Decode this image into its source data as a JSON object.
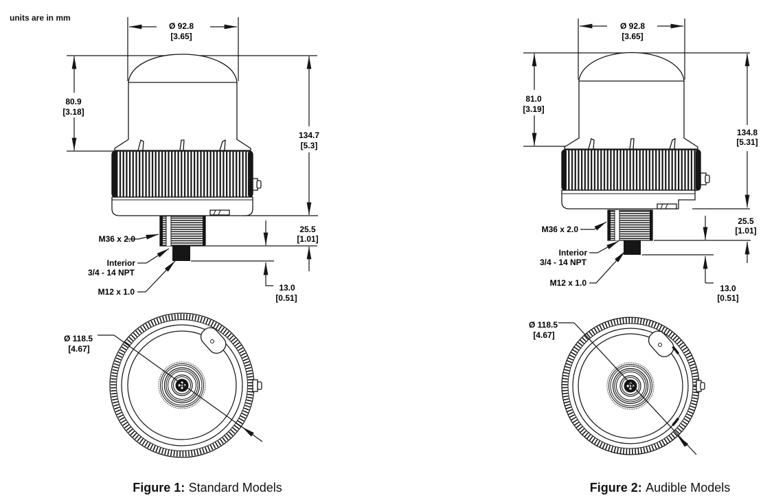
{
  "note": "units are in mm",
  "fig1": {
    "cap_bold": "Figure 1:",
    "cap_rest": "Standard Models",
    "dia_mm": "Ø 92.8",
    "dia_in": "[3.65]",
    "lens_mm": "80.9",
    "lens_in": "[3.18]",
    "total_mm": "134.7",
    "total_in": "[5.3]",
    "stud_mm": "25.5",
    "stud_in": "[1.01]",
    "conn_mm": "13.0",
    "conn_in": "[0.51]",
    "base_mm": "Ø 118.5",
    "base_in": "[4.67]",
    "thread": "M36 x 2.0",
    "interior1": "Interior",
    "interior2": "3/4 - 14 NPT",
    "m12": "M12 x 1.0"
  },
  "fig2": {
    "cap_bold": "Figure 2:",
    "cap_rest": "Audible Models",
    "dia_mm": "Ø 92.8",
    "dia_in": "[3.65]",
    "lens_mm": "81.0",
    "lens_in": "[3.19]",
    "total_mm": "134.8",
    "total_in": "[5.31]",
    "stud_mm": "25.5",
    "stud_in": "[1.01]",
    "conn_mm": "13.0",
    "conn_in": "[0.51]",
    "base_mm": "Ø 118.5",
    "base_in": "[4.67]",
    "thread": "M36 x 2.0",
    "interior1": "Interior",
    "interior2": "3/4 - 14 NPT",
    "m12": "M12 x 1.0"
  }
}
